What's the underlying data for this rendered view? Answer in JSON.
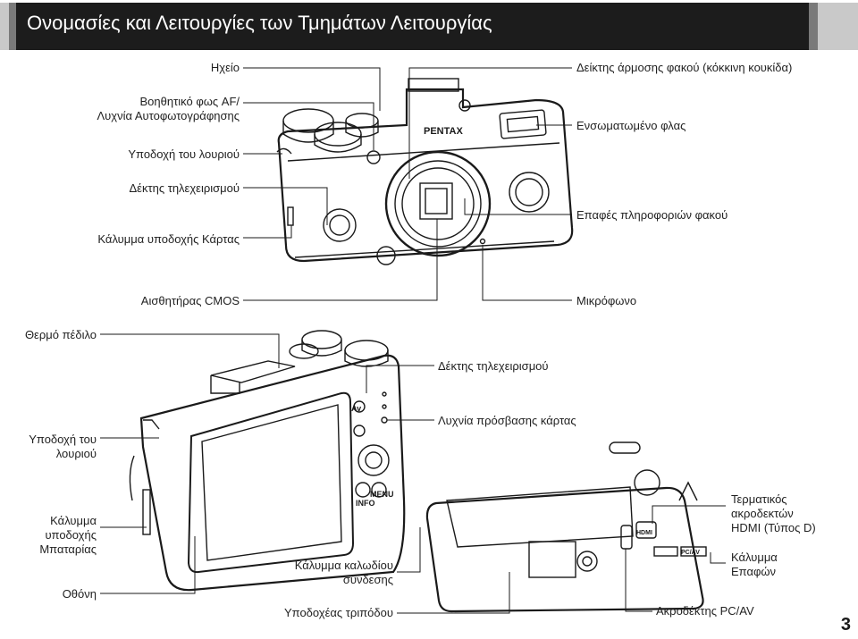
{
  "header": {
    "title": "Ονομασίες και Λειτουργίες των Τμημάτων Λειτουργίας"
  },
  "front_labels": {
    "speaker": "Ηχείο",
    "af_assist": "Βοηθητικό φως AF/\nΛυχνία Αυτοφωτογράφησης",
    "strap_lug": "Υποδοχή του λουριού",
    "remote_receiver": "Δέκτης τηλεχειρισμού",
    "card_cover": "Κάλυμμα υποδοχής Κάρτας",
    "cmos_sensor": "Αισθητήρας CMOS",
    "lens_mount_index": "Δείκτης άρμοσης φακού (κόκκινη κουκίδα)",
    "built_in_flash": "Ενσωματωμένο φλας",
    "lens_contacts": "Επαφές πληροφοριών φακού",
    "microphone": "Μικρόφωνο"
  },
  "back_labels": {
    "hot_shoe": "Θερμό πέδιλο",
    "remote_receiver": "Δέκτης τηλεχειρισμού",
    "card_access_lamp": "Λυχνία πρόσβασης κάρτας",
    "strap_lug": "Υποδοχή του\nλουριού",
    "battery_cover": "Κάλυμμα\nυποδοχής\nΜπαταρίας",
    "monitor": "Οθόνη",
    "cable_cover": "Κάλυμμα καλωδίου\nσύνδεσης",
    "tripod_socket": "Υποδοχέας τριπόδου",
    "hdmi_terminal": "Τερματικός\nακροδεκτών\nHDMI (Τύπος D)",
    "terminal_cover": "Κάλυμμα\nΕπαφών",
    "pc_av_terminal": "Ακροδέκτης PC/AV"
  },
  "camera_text": {
    "brand": "PENTAX",
    "info": "INFO",
    "menu": "MENU",
    "av": "Av",
    "hdmi": "HDMI",
    "pcav": "PC/AV"
  },
  "page_number": "3"
}
